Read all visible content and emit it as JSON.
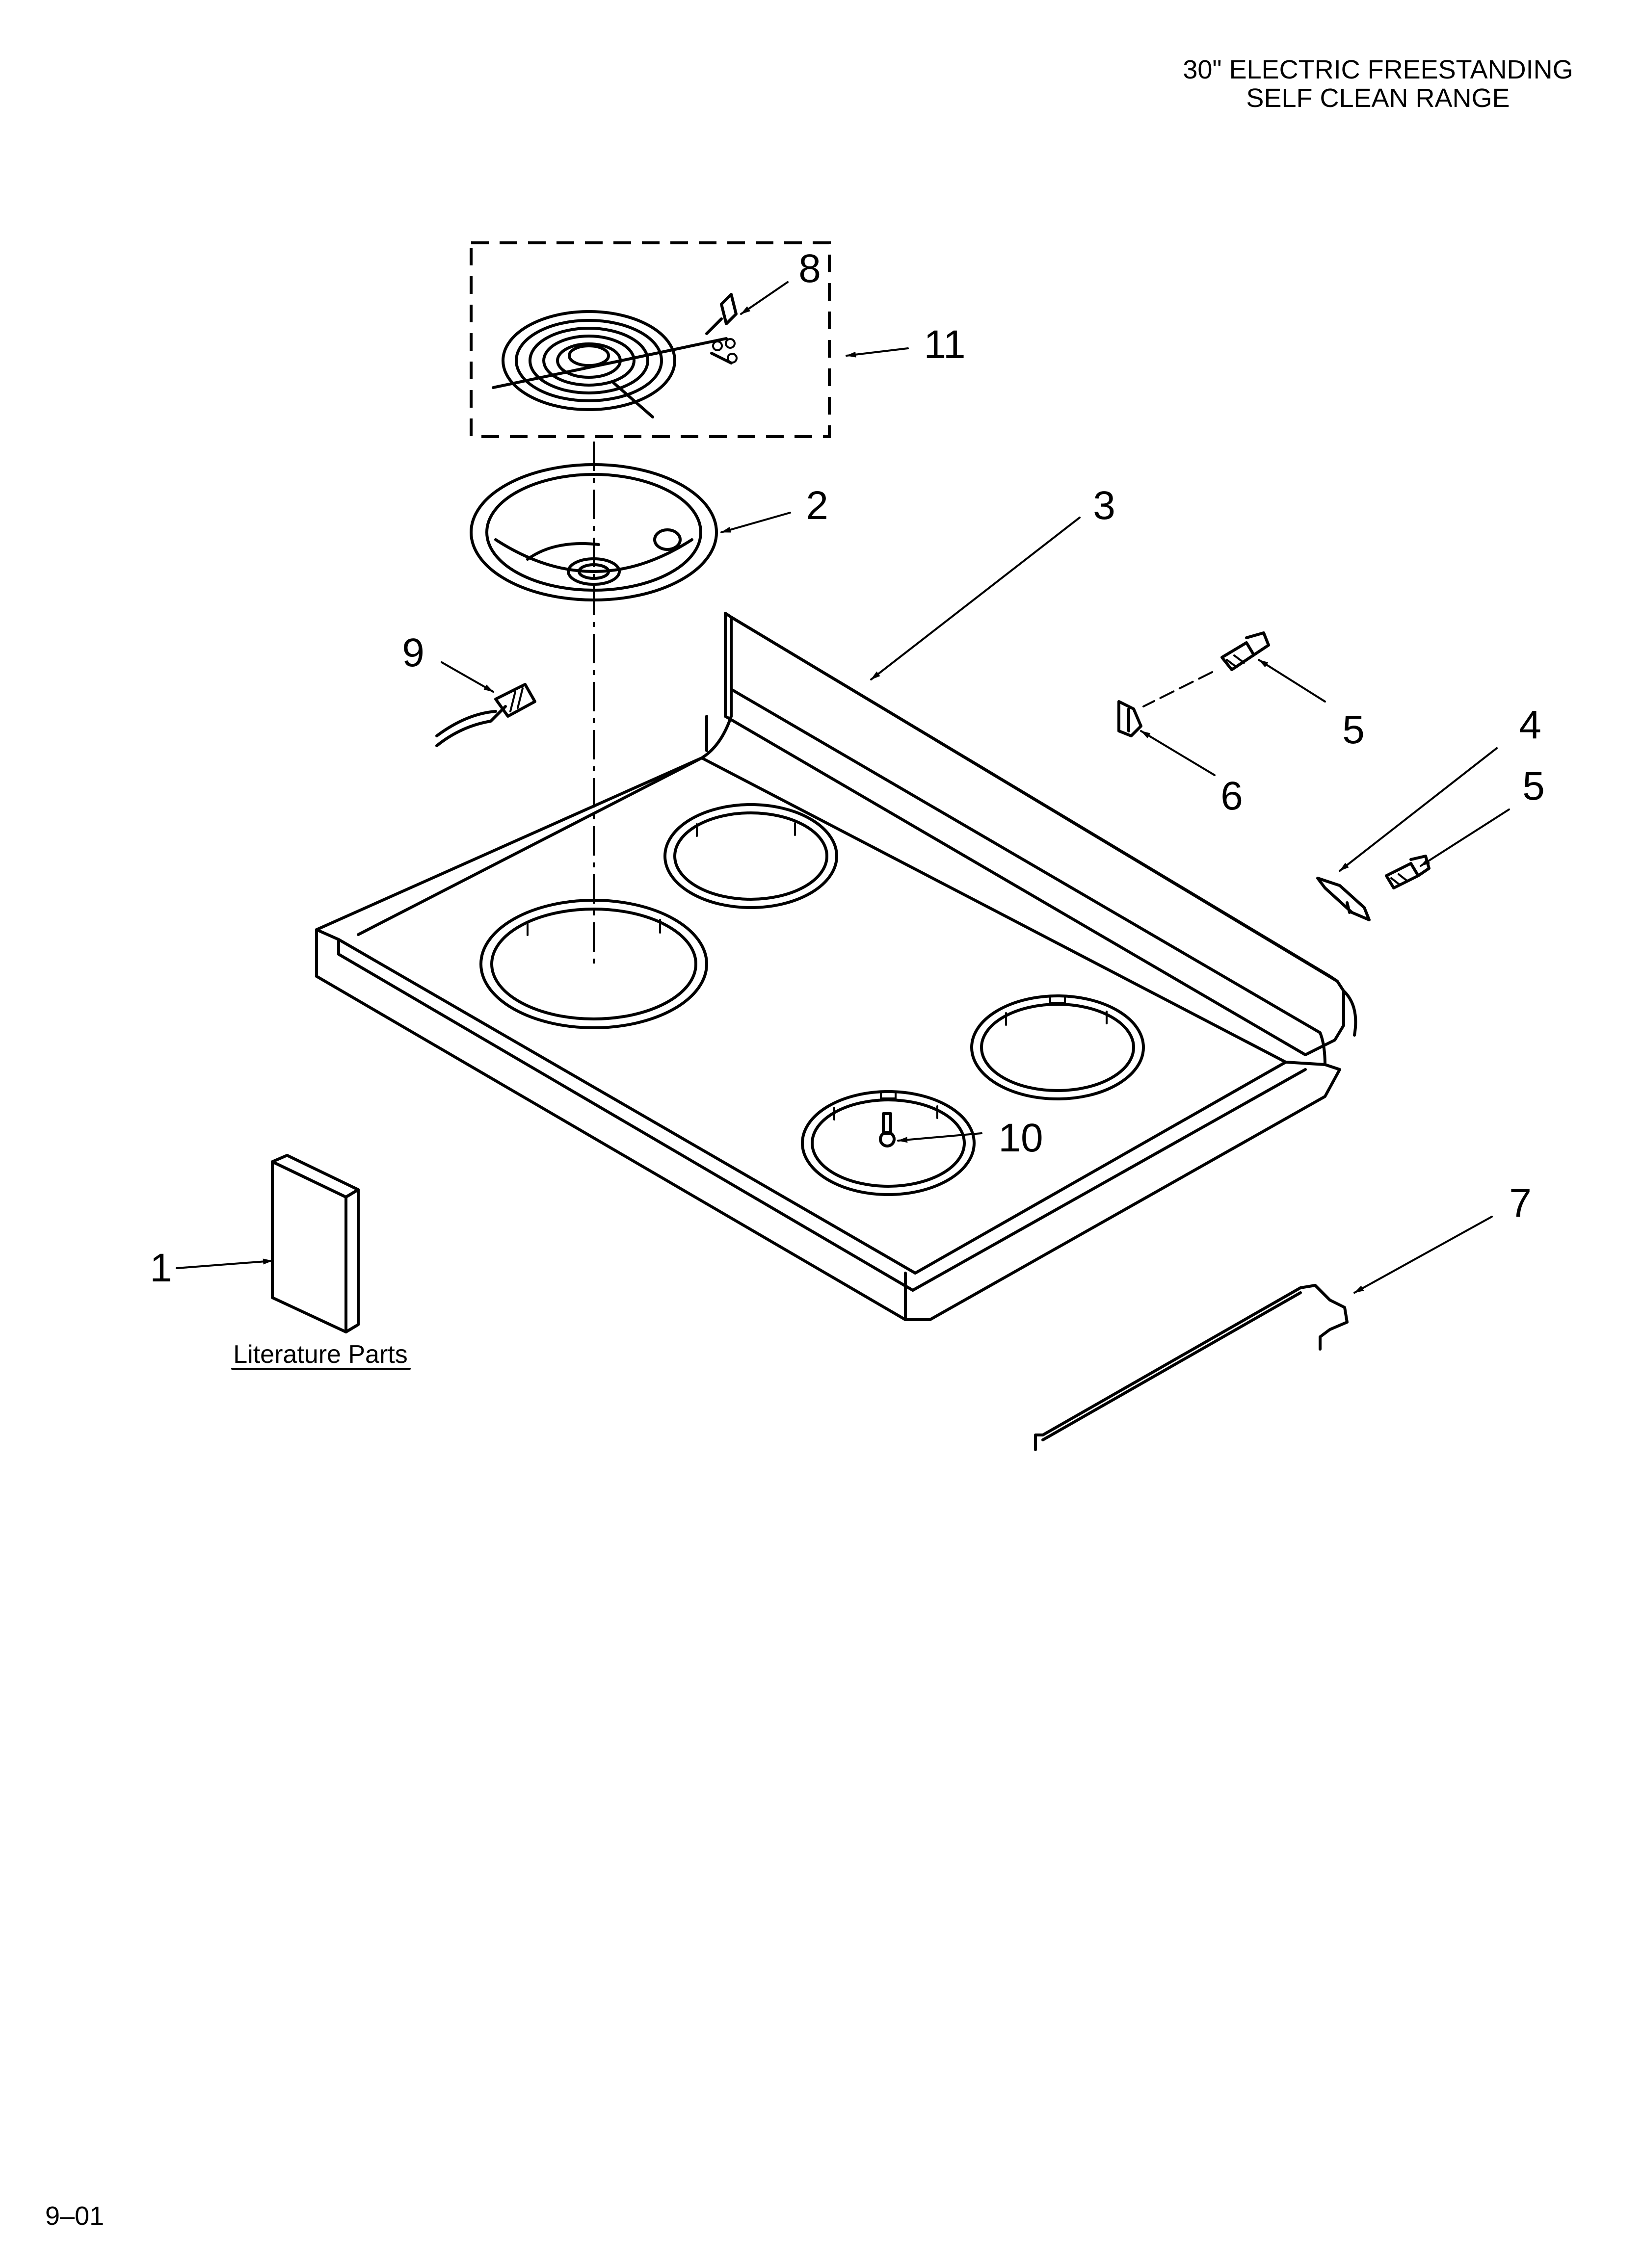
{
  "header": {
    "title_line1": "30\" ELECTRIC FREESTANDING",
    "title_line2": "SELF CLEAN RANGE"
  },
  "callouts": [
    "1",
    "2",
    "3",
    "4",
    "5",
    "5",
    "6",
    "7",
    "8",
    "9",
    "10",
    "11"
  ],
  "literature_label": "Literature Parts",
  "footer": {
    "date_code": "9–01"
  }
}
